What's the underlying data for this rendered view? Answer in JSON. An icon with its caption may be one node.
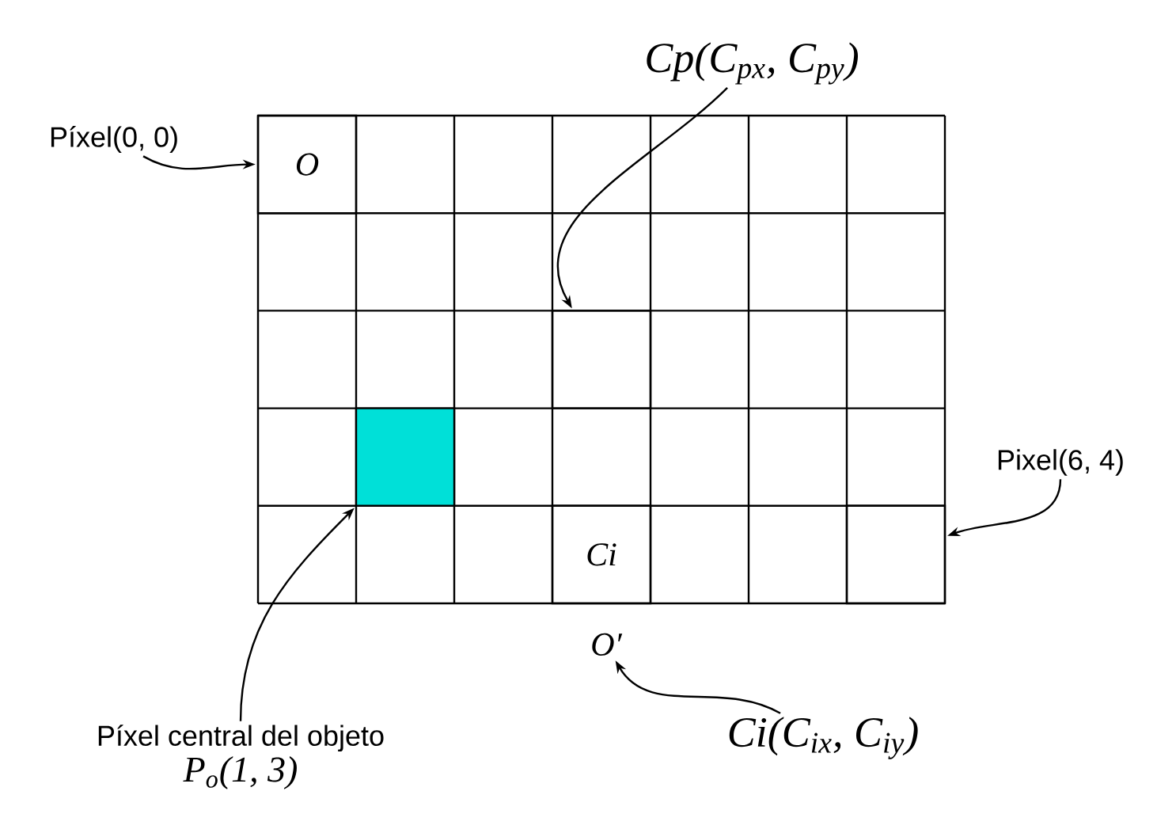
{
  "diagram": {
    "nodes": [
      {
        "text": [
          "Píxel(0, 0)"
        ]
      },
      {
        "text": [
          "O"
        ]
      },
      {
        "text": [
          "Cp(C$_{px}$, C$_{py}$)"
        ]
      },
      {
        "text": [],
        "shape": "box"
      },
      {
        "text": [
          "Pixel(6, 4)"
        ]
      },
      {
        "text": [],
        "shape": "box"
      },
      {
        "text": [
          "Ci"
        ]
      },
      {
        "text": [
          "Píxel central del objeto",
          "P$_{o}$(1, 3)"
        ]
      },
      {
        "text": [],
        "shape": "box"
      },
      {
        "text": [
          "O′"
        ]
      },
      {
        "text": [
          "Ci(C$_{ix}$, C$_{iy}$)"
        ]
      }
    ],
    "edges": [
      {
        "from": 0,
        "to": 1,
        "arrow": "to"
      },
      {
        "from": 2,
        "to": 3,
        "arrow": "to"
      },
      {
        "from": 4,
        "to": 5,
        "arrow": "to"
      },
      {
        "from": 7,
        "to": 8,
        "arrow": "to"
      },
      {
        "from": 10,
        "to": 9,
        "arrow": "to"
      }
    ]
  }
}
